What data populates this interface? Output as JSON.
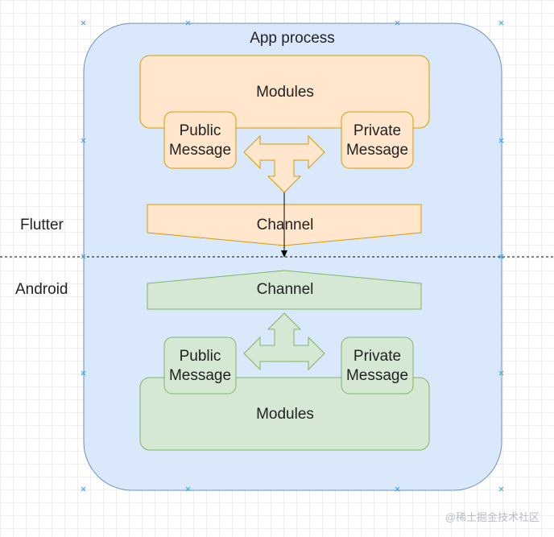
{
  "process": {
    "title": "App process"
  },
  "layers": {
    "flutter": "Flutter",
    "android": "Android"
  },
  "flutter": {
    "modules": "Modules",
    "public_message": "Public\nMessage",
    "private_message": "Private\nMessage",
    "channel": "Channel"
  },
  "android": {
    "channel": "Channel",
    "public_message": "Public\nMessage",
    "private_message": "Private\nMessage",
    "modules": "Modules"
  },
  "colors": {
    "process_fill": "#dae8fc",
    "process_stroke": "#6c8ebf",
    "flutter_fill": "#ffe6cc",
    "flutter_stroke": "#d79b00",
    "android_fill": "#d5e8d4",
    "android_stroke": "#82b366"
  },
  "watermark": "@稀土掘金技术社区"
}
